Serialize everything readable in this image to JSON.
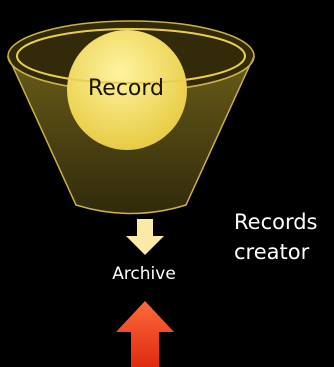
{
  "funnel": {
    "record_label": "Record",
    "colors": {
      "funnel_fill": "#8c7a20",
      "funnel_stroke": "#c9b24a",
      "rim_stroke": "#e8cf52",
      "sphere_light": "#fff3a0",
      "sphere_dark": "#e6c93c"
    }
  },
  "archive": {
    "label": "Archive",
    "down_arrow_color": "#fbe9a6"
  },
  "creator": {
    "label": "Records\ncreator"
  },
  "up_arrow": {
    "color_top": "#ff6a3d",
    "color_bottom": "#e02a10"
  }
}
